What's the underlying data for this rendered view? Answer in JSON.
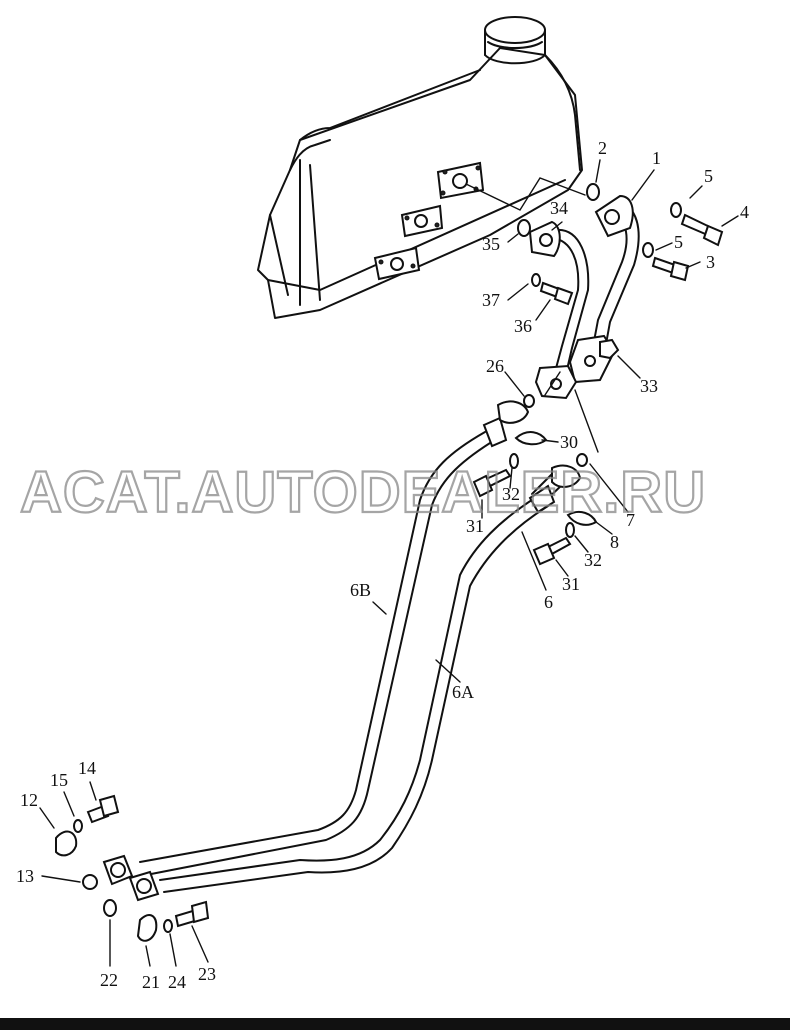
{
  "watermark": "ACAT.AUTODEALER.RU",
  "labels": {
    "l1": "1",
    "l2": "2",
    "l3": "3",
    "l4": "4",
    "l5a": "5",
    "l5b": "5",
    "l6": "6",
    "l6a": "6A",
    "l6b": "6B",
    "l7": "7",
    "l8": "8",
    "l12": "12",
    "l13": "13",
    "l14": "14",
    "l15": "15",
    "l21": "21",
    "l22": "22",
    "l23": "23",
    "l24": "24",
    "l26": "26",
    "l30": "30",
    "l31a": "31",
    "l31b": "31",
    "l32a": "32",
    "l32b": "32",
    "l33": "33",
    "l34": "34",
    "l35": "35",
    "l36": "36",
    "l37": "37"
  }
}
